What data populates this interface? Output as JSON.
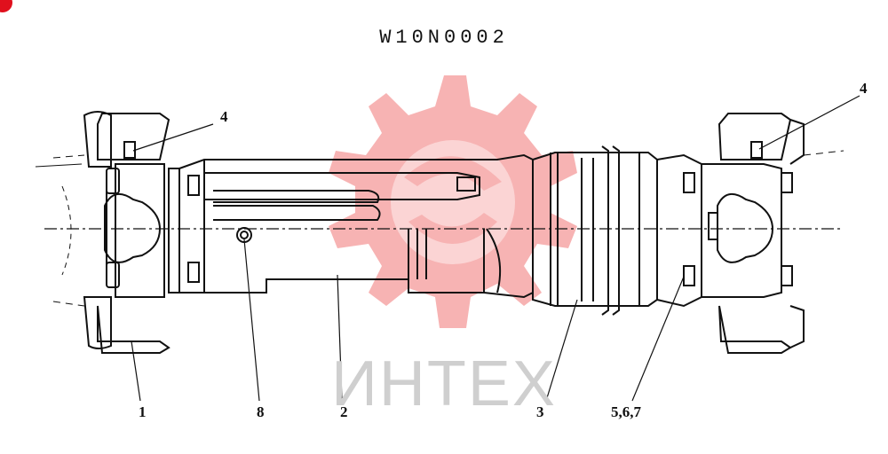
{
  "drawing_code": "W10N0002",
  "watermark": {
    "text": "ИНТЕХ",
    "colors": {
      "gear": "#f7b3b3",
      "text": "#cfcfcf"
    }
  },
  "callouts": [
    {
      "id": "part-1",
      "label": "1"
    },
    {
      "id": "part-8",
      "label": "8"
    },
    {
      "id": "part-2",
      "label": "2"
    },
    {
      "id": "part-3",
      "label": "3"
    },
    {
      "id": "part-5-6-7",
      "label": "5,6,7"
    },
    {
      "id": "part-4-left",
      "label": "4"
    },
    {
      "id": "part-4-right",
      "label": "4"
    }
  ],
  "colors": {
    "line": "#111111",
    "accent": "#e0101d"
  }
}
